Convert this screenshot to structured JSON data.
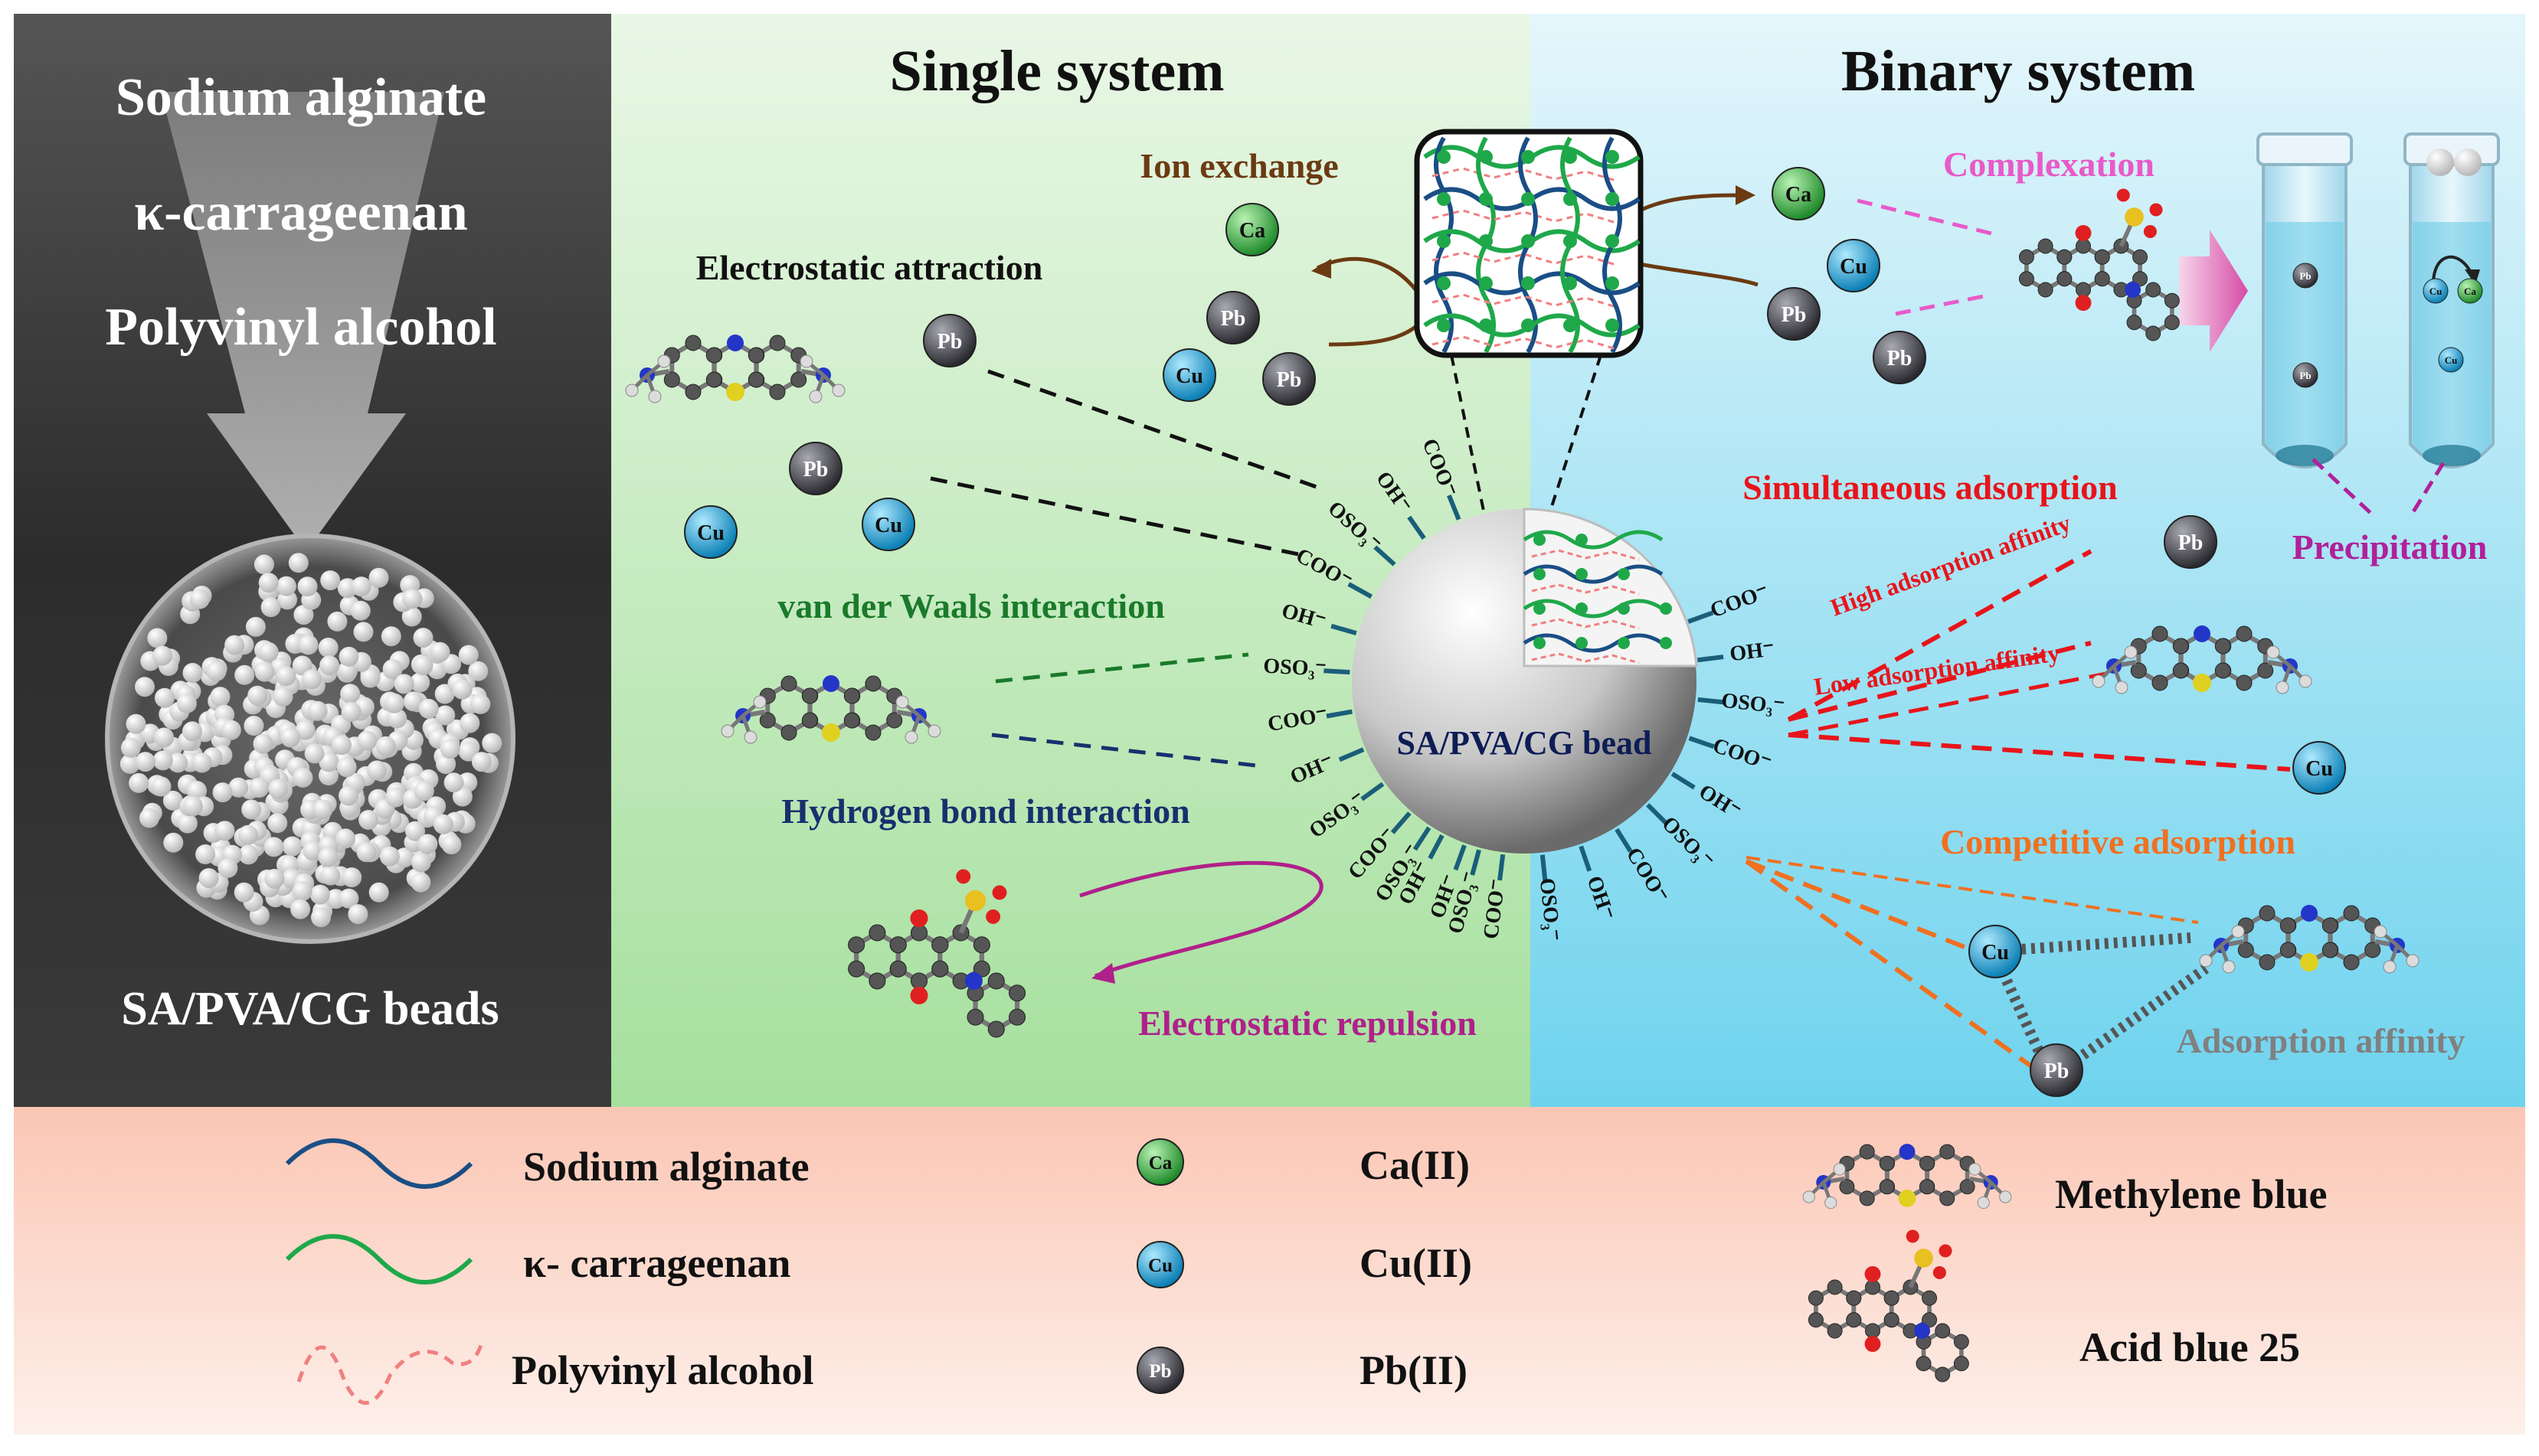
{
  "left_panel": {
    "materials": [
      "Sodium alginate",
      "κ-carrageenan",
      "Polyvinyl alcohol"
    ],
    "caption": "SA/PVA/CG beads"
  },
  "single_system": {
    "title": "Single system",
    "ion_exchange": "Ion exchange",
    "electrostatic_attraction": "Electrostatic attraction",
    "van_der_waals": "van der Waals interaction",
    "hydrogen_bond": "Hydrogen bond interaction",
    "electrostatic_repulsion": "Electrostatic repulsion"
  },
  "binary_system": {
    "title": "Binary system",
    "complexation": "Complexation",
    "precipitation": "Precipitation",
    "simultaneous_adsorption": "Simultaneous adsorption",
    "high_affinity": "High adsorption affinity",
    "low_affinity": "Low adsorption affinity",
    "competitive_adsorption": "Competitive adsorption",
    "adsorption_affinity": "Adsorption affinity"
  },
  "bead": {
    "label": "SA/PVA/CG bead",
    "groups": [
      "COO⁻",
      "OH⁻",
      "OSO₃⁻",
      "COO⁻",
      "OH⁻",
      "OSO₃⁻",
      "COO⁻",
      "OH⁻",
      "OSO₃⁻",
      "COO⁻",
      "OH⁻",
      "OSO₃⁻",
      "COO⁻",
      "OH⁻",
      "OSO₃⁻",
      "COO⁻",
      "OH⁻",
      "OSO₃⁻",
      "COO⁻",
      "OH⁻",
      "OSO₃⁻",
      "COO⁻",
      "OH⁻",
      "OSO₃⁻"
    ]
  },
  "ions": {
    "ca": "Ca",
    "cu": "Cu",
    "pb": "Pb"
  },
  "legend": {
    "sodium_alginate": "Sodium alginate",
    "carrageenan": "κ- carrageenan",
    "polyvinyl_alcohol": "Polyvinyl alcohol",
    "ca_ii": "Ca(II)",
    "cu_ii": "Cu(II)",
    "pb_ii": "Pb(II)",
    "methylene_blue": "Methylene blue",
    "acid_blue": "Acid blue 25"
  },
  "colors": {
    "alginate": "#1a4e85",
    "carrageenan": "#1fa84a",
    "pva": "#f08080",
    "ca": "#35b34a",
    "cu": "#1ea0d8",
    "pb": "#4a4a52",
    "ion_exchange_text": "#6b3a12",
    "vdw_text": "#1a7a2a",
    "hbond_text": "#17306e",
    "repulsion_text": "#b0208a",
    "complexation_text": "#e85ac8",
    "precip_text": "#b0209a",
    "simultaneous_text": "#e8141a",
    "competitive_text": "#f07020",
    "affinity_text": "#808080"
  }
}
